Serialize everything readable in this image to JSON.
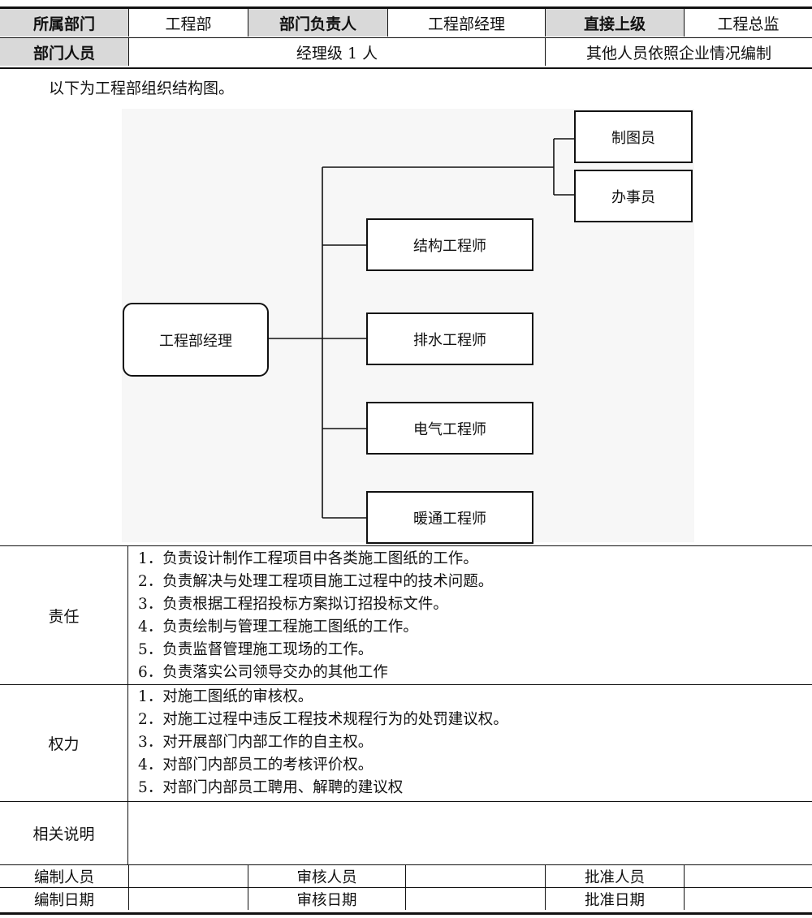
{
  "header": {
    "dept_label": "所属部门",
    "dept_value": "工程部",
    "head_label": "部门负责人",
    "head_value": "工程部经理",
    "superior_label": "直接上级",
    "superior_value": "工程总监",
    "staff_label": "部门人员",
    "staff_value": "经理级 1 人",
    "staff_note": "其他人员依照企业情况编制"
  },
  "intro": "以下为工程部组织结构图。",
  "org": {
    "root": "工程部经理",
    "draftsman": "制图员",
    "clerk": "办事员",
    "structural": "结构工程师",
    "drainage": "排水工程师",
    "electrical": "电气工程师",
    "hvac": "暖通工程师"
  },
  "responsibility": {
    "label": "责任",
    "items": [
      "1．负责设计制作工程项目中各类施工图纸的工作。",
      "2．负责解决与处理工程项目施工过程中的技术问题。",
      "3．负责根据工程招投标方案拟订招投标文件。",
      "4．负责绘制与管理工程施工图纸的工作。",
      "5．负责监督管理施工现场的工作。",
      "6．负责落实公司领导交办的其他工作"
    ]
  },
  "authority": {
    "label": "权力",
    "items": [
      "1．对施工图纸的审核权。",
      "2．对施工过程中违反工程技术规程行为的处罚建议权。",
      "3．对开展部门内部工作的自主权。",
      "4．对部门内部员工的考核评价权。",
      "5．对部门内部员工聘用、解聘的建议权"
    ]
  },
  "notes_label": "相关说明",
  "footer": {
    "compiler": "编制人员",
    "reviewer": "审核人员",
    "approver": "批准人员",
    "compile_date": "编制日期",
    "review_date": "审核日期",
    "approve_date": "批准日期"
  }
}
